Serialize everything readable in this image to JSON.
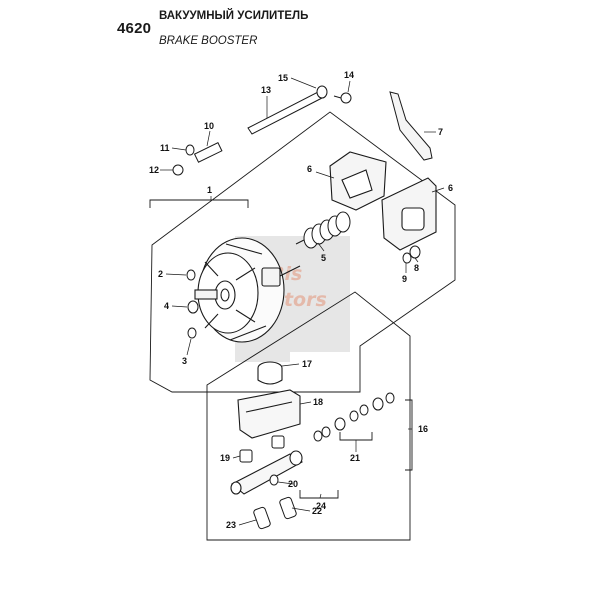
{
  "header": {
    "section_code": "4620",
    "title_ru": "ВАКУУМНЫЙ УСИЛИТЕЛЬ",
    "title_en": "BRAKE BOOSTER"
  },
  "callouts": {
    "c1": "1",
    "c2": "2",
    "c3": "3",
    "c4": "4",
    "c5": "5",
    "c6a": "6",
    "c6b": "6",
    "c7": "7",
    "c8": "8",
    "c9": "9",
    "c10": "10",
    "c11": "11",
    "c12": "12",
    "c13": "13",
    "c14": "14",
    "c15": "15",
    "c16": "16",
    "c17": "17",
    "c18": "18",
    "c19": "19",
    "c20": "20",
    "c21": "21",
    "c22": "22",
    "c23": "23",
    "c24": "24"
  },
  "watermark": {
    "line1": "Bis",
    "line2": "Motors"
  },
  "colors": {
    "line": "#1a1a1a",
    "watermark_gray": "#d2d2d2",
    "watermark_text": "#e4b9aa"
  }
}
